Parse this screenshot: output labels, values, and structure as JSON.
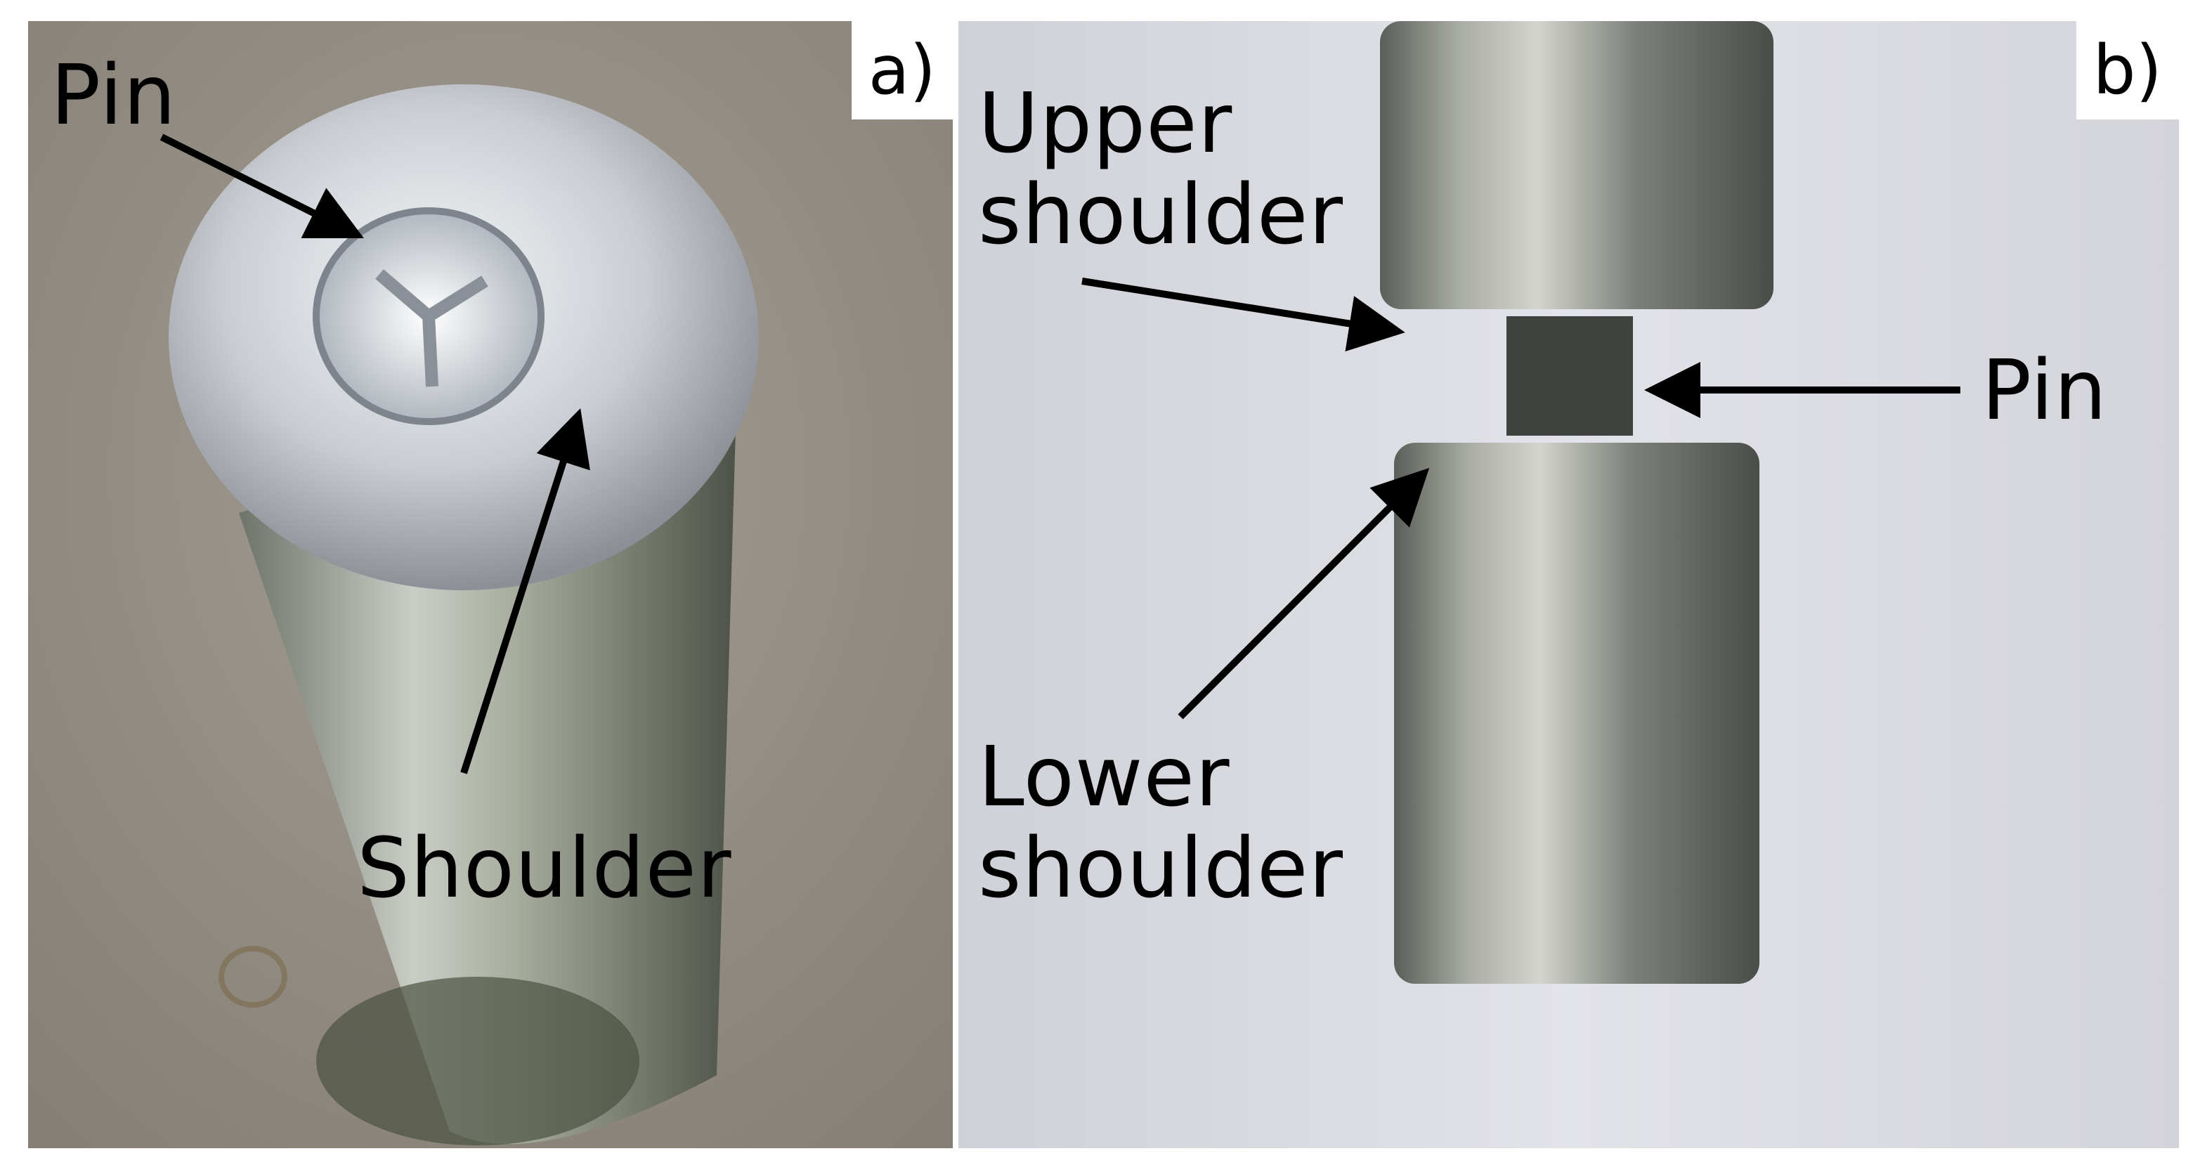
{
  "panels": {
    "a": {
      "label": "a)",
      "callouts": {
        "pin": "Pin",
        "shoulder": "Shoulder"
      }
    },
    "b": {
      "label": "b)",
      "callouts": {
        "upper_shoulder": [
          "Upper",
          "shoulder"
        ],
        "pin": "Pin",
        "lower_shoulder": [
          "Lower",
          "shoulder"
        ]
      }
    }
  },
  "colors": {
    "background_a": "#8f8a82",
    "background_b": "#d9dbe2",
    "metal_light": "#e8eaec",
    "metal_dark": "#5f635c",
    "text": "#000000"
  }
}
